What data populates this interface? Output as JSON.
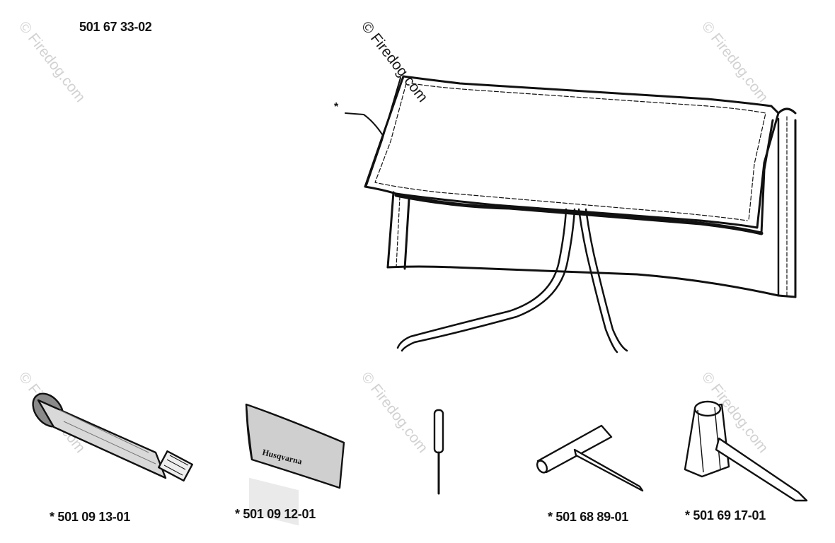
{
  "diagram": {
    "kit_part_number": "501 67 33-02",
    "bag_callout": "*",
    "parts": [
      {
        "id": "grease-tube",
        "number": "* 501 09 13-01"
      },
      {
        "id": "manual",
        "number": "* 501 09 12-01"
      },
      {
        "id": "screwdriver",
        "number": ""
      },
      {
        "id": "t-wrench",
        "number": "* 501 68 89-01"
      },
      {
        "id": "plug-wrench",
        "number": "* 501 69 17-01"
      }
    ],
    "manual_cover_text": "Husqvarna"
  },
  "watermark": {
    "text": "© Firedog.com",
    "color": "#d2d2d2",
    "dark_color": "#1a1a1a"
  }
}
